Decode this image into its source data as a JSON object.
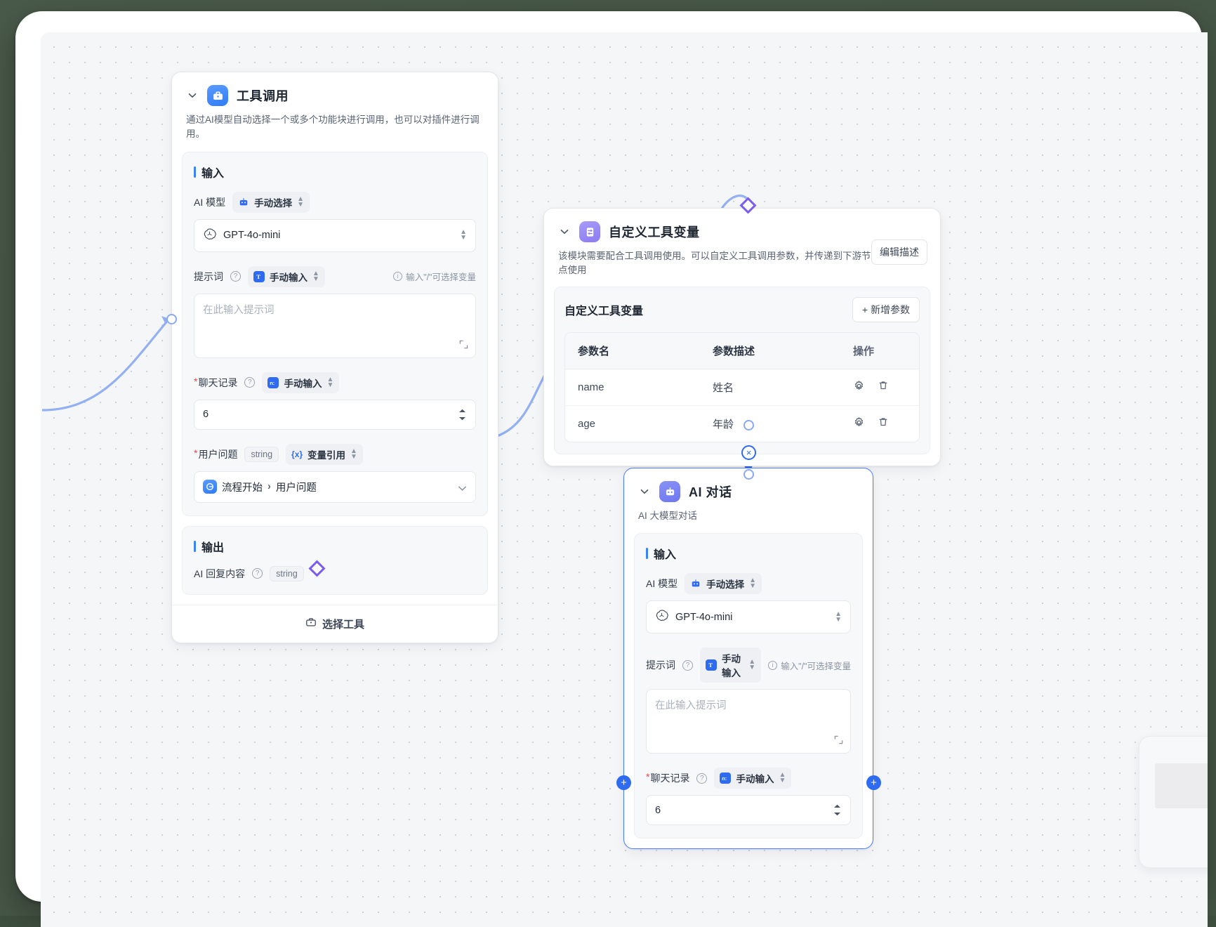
{
  "canvas": {
    "background": "#f5f6f8",
    "accent": "#3b82f6",
    "purple": "#7c5cf0"
  },
  "nodes": [
    {
      "id": "tool-call",
      "title": "工具调用",
      "description": "通过AI模型自动选择一个或多个功能块进行调用，也可以对插件进行调用。",
      "icon": "toolbox-icon",
      "input_section": {
        "label": "输入"
      },
      "fields": {
        "ai_model": {
          "label": "AI 模型",
          "mode_chip": "手动选择",
          "mode_icon": "robot-icon",
          "value": "GPT-4o-mini",
          "value_icon": "openai-icon"
        },
        "prompt": {
          "label": "提示词",
          "mode_chip": "手动输入",
          "mode_icon": "text-icon",
          "hint": "输入\"/\"可选择变量",
          "placeholder": "在此输入提示词",
          "value": ""
        },
        "chat_history": {
          "label": "聊天记录",
          "required": true,
          "mode_chip": "手动输入",
          "mode_icon": "number-icon",
          "value": "6"
        },
        "user_question": {
          "label": "用户问题",
          "required": true,
          "type_tag": "string",
          "mode_chip": "变量引用",
          "mode_icon": "variable-icon",
          "ref_source": "流程开始",
          "ref_field": "用户问题"
        }
      },
      "output_section": {
        "label": "输出"
      },
      "outputs": [
        {
          "label": "AI 回复内容",
          "type_tag": "string"
        }
      ],
      "footer_button": {
        "label": "选择工具",
        "icon": "toolbox-outline-icon"
      }
    },
    {
      "id": "custom-tool-variable",
      "title": "自定义工具变量",
      "description": "该模块需要配合工具调用使用。可以自定义工具调用参数，并传递到下游节点使用",
      "icon": "variables-icon",
      "edit_desc_button": "编辑描述",
      "table": {
        "caption": "自定义工具变量",
        "add_button": "+ 新增参数",
        "columns": [
          "参数名",
          "参数描述",
          "操作"
        ],
        "rows": [
          {
            "name": "name",
            "desc": "姓名",
            "actions": [
              "settings-icon",
              "trash-icon"
            ]
          },
          {
            "name": "age",
            "desc": "年龄",
            "actions": [
              "settings-icon",
              "trash-icon"
            ]
          }
        ]
      }
    },
    {
      "id": "ai-chat",
      "title": "AI 对话",
      "description": "AI 大模型对话",
      "icon": "robot-icon",
      "selected": true,
      "input_section": {
        "label": "输入"
      },
      "fields": {
        "ai_model": {
          "label": "AI 模型",
          "mode_chip": "手动选择",
          "mode_icon": "robot-icon",
          "value": "GPT-4o-mini",
          "value_icon": "openai-icon"
        },
        "prompt": {
          "label": "提示词",
          "mode_chip": "手动输入",
          "mode_icon": "text-icon",
          "hint": "输入\"/\"可选择变量",
          "placeholder": "在此输入提示词",
          "value": ""
        },
        "chat_history": {
          "label": "聊天记录",
          "required": true,
          "mode_chip": "手动输入",
          "mode_icon": "number-icon",
          "value": "6"
        }
      }
    }
  ]
}
